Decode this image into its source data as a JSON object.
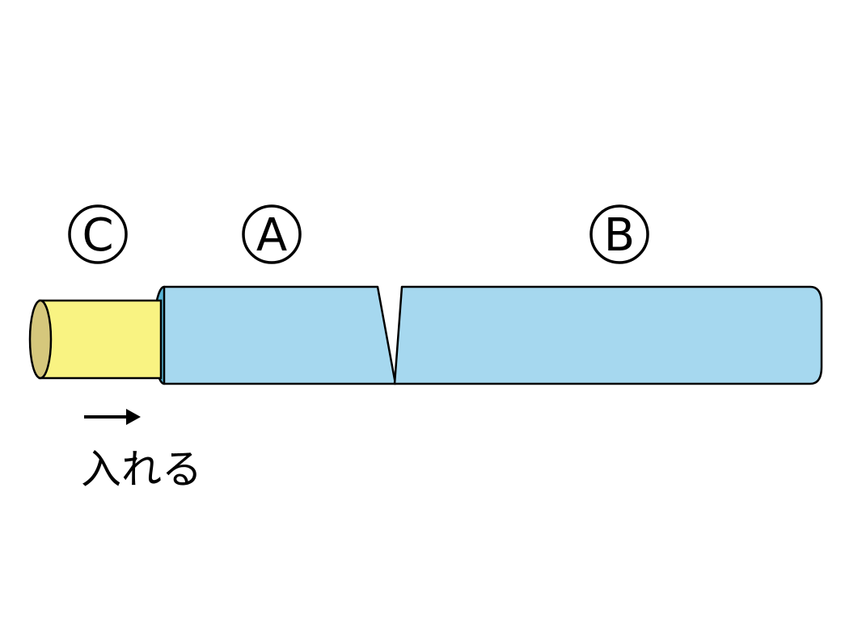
{
  "figure": {
    "labels": {
      "rod": "C",
      "tube_front": "A",
      "tube_rear": "B"
    },
    "annotation": {
      "action_text": "入れる",
      "arrow_icon": "right-arrow"
    },
    "colors": {
      "background": "#ffffff",
      "outline": "#000000",
      "rod_body": "#f9f382",
      "rod_end_cap": "#d5c77c",
      "tube_body": "#a6d8ef",
      "tube_opening_rim": "#58b4d6"
    }
  }
}
